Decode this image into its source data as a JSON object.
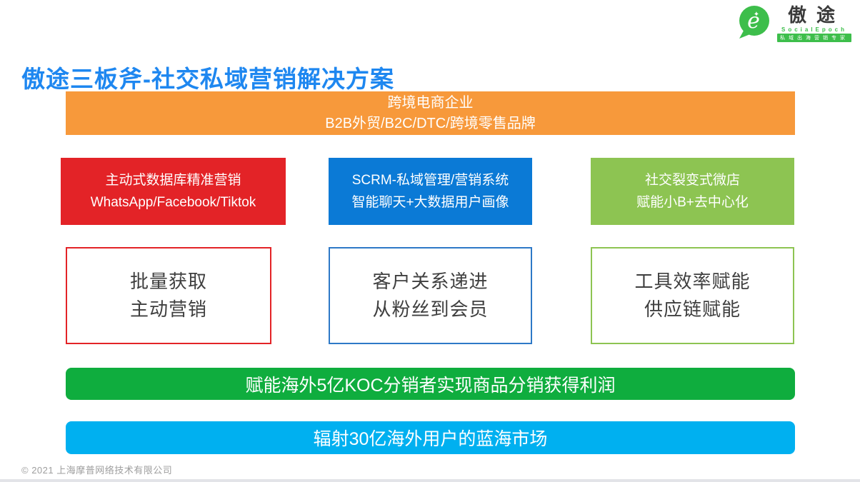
{
  "colors": {
    "title_blue": "#1E87F0",
    "orange": "#F7993B",
    "red": "#E32327",
    "blue": "#0B7AD6",
    "green_light": "#8DC452",
    "benefit_blue_border": "#2E79C7",
    "green_vivid": "#0FAD3E",
    "cyan": "#00B0F0",
    "logo_green": "#3DBE4B"
  },
  "logo": {
    "brand_name": "傲途",
    "brand_sub": "SocialEpoch",
    "brand_tagline": "私域出海营销专家"
  },
  "title": "傲途三板斧-社交私域营销解决方案",
  "audience_banner": {
    "line1": "跨境电商企业",
    "line2": "B2B外贸/B2C/DTC/跨境零售品牌"
  },
  "pillars": [
    {
      "line1": "主动式数据库精准营销",
      "line2": "WhatsApp/Facebook/Tiktok"
    },
    {
      "line1": "SCRM-私域管理/营销系统",
      "line2": "智能聊天+大数据用户画像"
    },
    {
      "line1": "社交裂变式微店",
      "line2": "赋能小B+去中心化"
    }
  ],
  "benefits": [
    {
      "line1": "批量获取",
      "line2": "主动营销"
    },
    {
      "line1": "客户关系递进",
      "line2": "从粉丝到会员"
    },
    {
      "line1": "工具效率赋能",
      "line2": "供应链赋能"
    }
  ],
  "koc_banner": "赋能海外5亿KOC分销者实现商品分销获得利润",
  "market_banner": "辐射30亿海外用户的蓝海市场",
  "footer": "© 2021 上海摩普网络技术有限公司"
}
